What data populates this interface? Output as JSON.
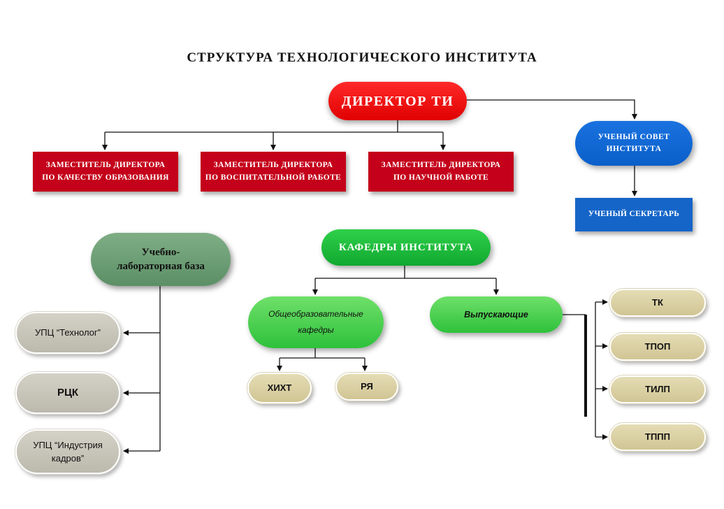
{
  "title": "СТРУКТУРА ТЕХНОЛОГИЧЕСКОГО ИНСТИТУТА",
  "director": "ДИРЕКТОР ТИ",
  "deputies": [
    {
      "line1": "ЗАМЕСТИТЕЛЬ ДИРЕКТОРА",
      "line2": "ПО КАЧЕСТВУ ОБРАЗОВАНИЯ"
    },
    {
      "line1": "ЗАМЕСТИТЕЛЬ ДИРЕКТОРА",
      "line2": "ПО ВОСПИТАТЕЛЬНОЙ РАБОТЕ"
    },
    {
      "line1": "ЗАМЕСТИТЕЛЬ ДИРЕКТОРА",
      "line2": "ПО НАУЧНОЙ РАБОТЕ"
    }
  ],
  "council": {
    "line1": "УЧЕНЫЙ СОВЕТ",
    "line2": "ИНСТИТУТА"
  },
  "secretary": "УЧЕНЫЙ СЕКРЕТАРЬ",
  "lab_base": {
    "line1": "Учебно-",
    "line2": "лабораторная база"
  },
  "lab_units": [
    {
      "line1": "УПЦ “Технолог”",
      "line2": ""
    },
    {
      "line1": "РЦК",
      "line2": ""
    },
    {
      "line1": "УПЦ “Индустрия",
      "line2": "кадров”"
    }
  ],
  "departments": "КАФЕДРЫ ИНСТИТУТА",
  "general": {
    "line1": "Общеобразовательные",
    "line2": "кафедры"
  },
  "general_units": [
    "ХИХТ",
    "РЯ"
  ],
  "graduating": "Выпускающие",
  "graduating_units": [
    "ТК",
    "ТПОП",
    "ТИЛП",
    "ТППП"
  ],
  "colors": {
    "director": "#e00000",
    "deputy": "#c4001a",
    "council": "#0a5fc9",
    "lab_base": "#5c8f66",
    "green": "#2ec13b",
    "gray": "#bcb9ad",
    "beige": "#d1c594"
  }
}
